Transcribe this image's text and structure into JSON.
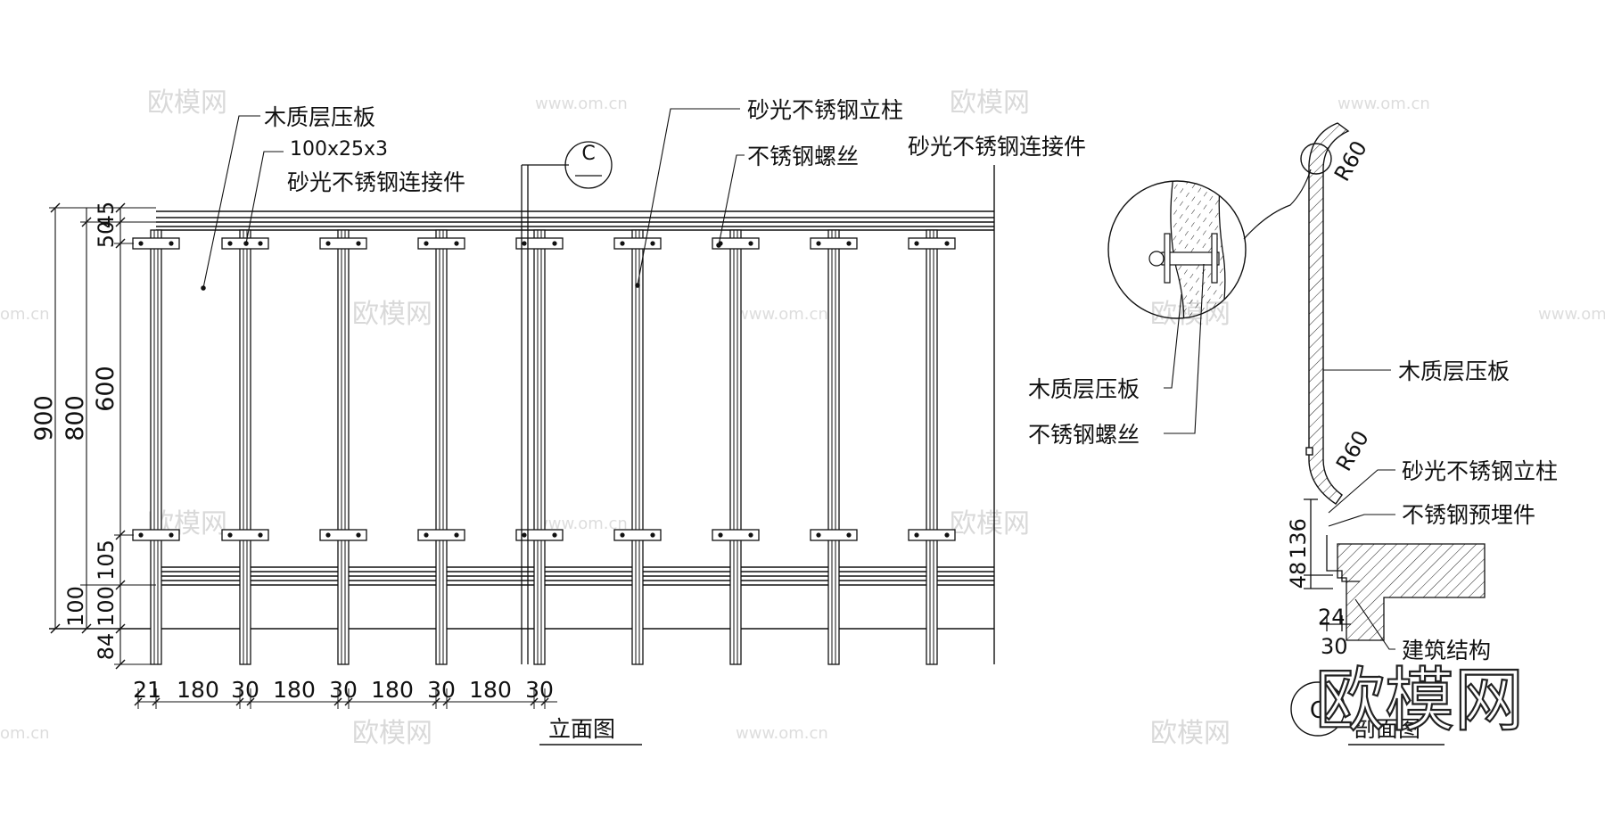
{
  "elevation": {
    "title": "立面图",
    "section_marker": "C",
    "labels": {
      "wood_panel": "木质层压板",
      "connector_size": "100x25x3",
      "connector": "砂光不锈钢连接件",
      "post": "砂光不锈钢立柱",
      "screw": "不锈钢螺丝",
      "connector_right": "砂光不锈钢连接件"
    },
    "vertical_dims": {
      "total": "900",
      "inner": "800",
      "top_a": "45",
      "top_b": "50",
      "middle": "600",
      "bottom_a": "105",
      "bottom_b": "100",
      "bottom_c": "100",
      "base": "84"
    },
    "horizontal_dims": [
      "21",
      "180",
      "30",
      "180",
      "30",
      "180",
      "30",
      "180",
      "30"
    ]
  },
  "section": {
    "title": "剖面图",
    "marker": "C",
    "radius_top": "R60",
    "radius_bottom": "R60",
    "labels": {
      "wood_panel_detail": "木质层压板",
      "screw_detail": "不锈钢螺丝",
      "wood_panel": "木质层压板",
      "post": "砂光不锈钢立柱",
      "embedded": "不锈钢预埋件",
      "structure": "建筑结构"
    },
    "dims": {
      "d136": "136",
      "d48": "48",
      "d24": "24",
      "d30": "30"
    }
  },
  "watermark": {
    "brand": "欧模网",
    "url": "www.om.cn",
    "url_short": "om.cn"
  }
}
